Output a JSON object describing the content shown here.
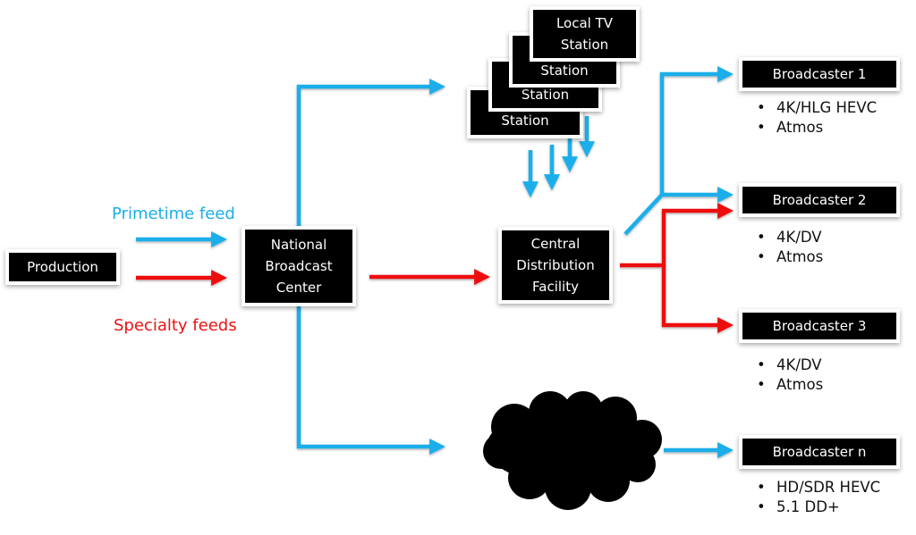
{
  "colors": {
    "primetime": "#1aaeea",
    "specialty": "#ee1111",
    "node_bg": "#000000",
    "node_text": "#ffffff"
  },
  "labels": {
    "primetime_feed": "Primetime feed",
    "specialty_feeds": "Specialty feeds"
  },
  "nodes": {
    "production": "Production",
    "national_broadcast_center": "National\nBroadcast\nCenter",
    "central_distribution_facility": "Central\nDistribution\nFacility",
    "local_tv_station": "Local TV\nStation",
    "station_stack": [
      "Station",
      "Station",
      "Station"
    ],
    "cloud": "cloud-icon"
  },
  "broadcasters": [
    {
      "name": "Broadcaster 1",
      "specs": [
        "4K/HLG HEVC",
        "Atmos"
      ]
    },
    {
      "name": "Broadcaster 2",
      "specs": [
        "4K/DV",
        "Atmos"
      ]
    },
    {
      "name": "Broadcaster 3",
      "specs": [
        "4K/DV",
        "Atmos"
      ]
    },
    {
      "name": "Broadcaster n",
      "specs": [
        "HD/SDR HEVC",
        "5.1 DD+"
      ]
    }
  ]
}
